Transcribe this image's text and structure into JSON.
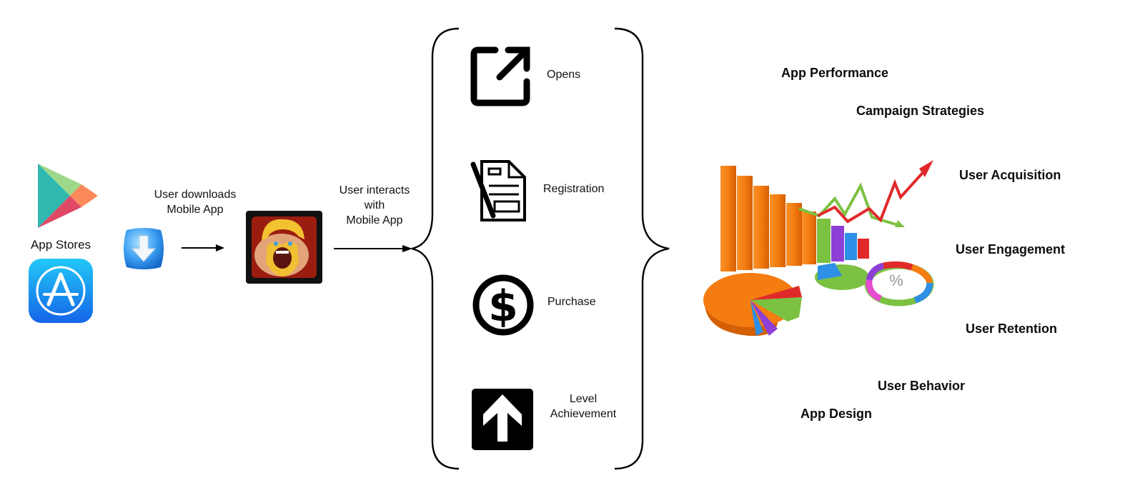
{
  "source": {
    "label": "App Stores",
    "icons": [
      "google-play-icon",
      "apple-app-store-icon"
    ]
  },
  "download": {
    "icon": "download-icon",
    "label_line1": "User downloads",
    "label_line2": "Mobile App"
  },
  "app": {
    "icon": "mobile-game-app-icon"
  },
  "interaction": {
    "label_line1": "User interacts",
    "label_line2": "with",
    "label_line3": "Mobile App"
  },
  "events": [
    {
      "icon": "external-open-icon",
      "label": "Opens"
    },
    {
      "icon": "registration-form-icon",
      "label": "Registration"
    },
    {
      "icon": "dollar-coin-icon",
      "label": "Purchase"
    },
    {
      "icon": "arrow-up-box-icon",
      "label_line1": "Level",
      "label_line2": "Achievement"
    }
  ],
  "analytics": {
    "icon": "analytics-charts-illustration",
    "metrics": [
      "App Performance",
      "Campaign Strategies",
      "User Acquisition",
      "User Engagement",
      "User Retention",
      "User Behavior",
      "App Design"
    ]
  },
  "colors": {
    "orange": "#f57c10",
    "green": "#7cc242",
    "purple": "#8e3fd6",
    "blue": "#2d8fe6",
    "red": "#e02a2a",
    "play_teal": "#2fb7b0",
    "appstore_blue": "#1a8ff2"
  }
}
